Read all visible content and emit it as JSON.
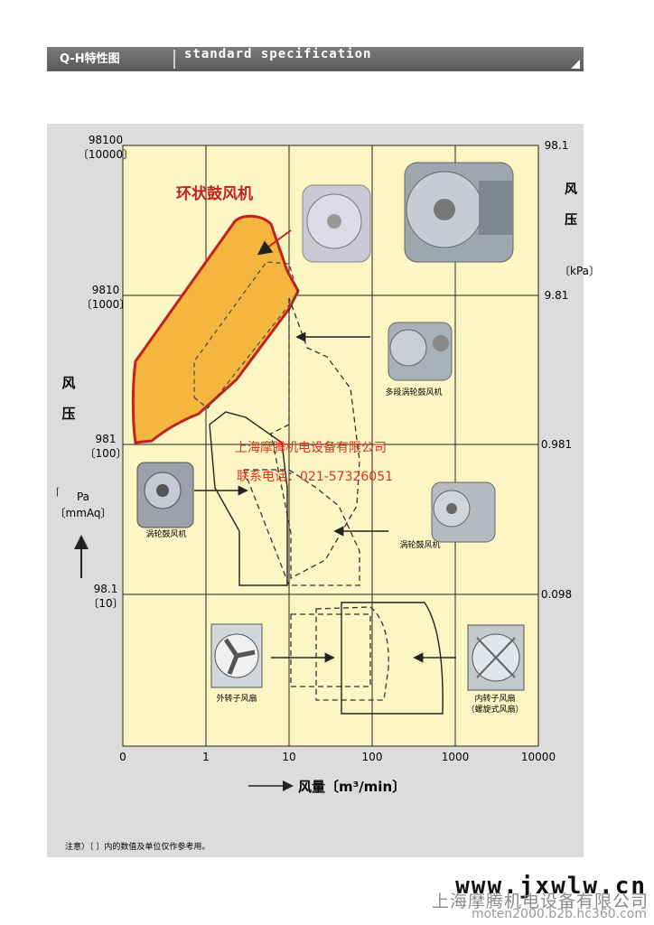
{
  "header": {
    "left_title": "Q-H特性图",
    "right_title": "standard specification"
  },
  "chart_data": {
    "type": "region-map",
    "xlabel": "风量〔m³/min〕",
    "x_ticks": [
      "0",
      "1",
      "10",
      "100",
      "1000",
      "10000"
    ],
    "left_axis": {
      "label_chars": [
        "风",
        "压"
      ],
      "unit_lines": [
        "Pa",
        "〔mmAq〕"
      ],
      "ticks": [
        {
          "pa": "98100",
          "mmaq": "〔10000〕",
          "level": 4
        },
        {
          "pa": "9810",
          "mmaq": "〔1000〕",
          "level": 3
        },
        {
          "pa": "981",
          "mmaq": "〔100〕",
          "level": 2
        },
        {
          "pa": "98.1",
          "mmaq": "〔10〕",
          "level": 1
        }
      ]
    },
    "right_axis": {
      "label_chars": [
        "风",
        "压"
      ],
      "unit": "〔kPa〕",
      "ticks": [
        {
          "label": "98.1",
          "level": 4
        },
        {
          "label": "9.81",
          "level": 3
        },
        {
          "label": "0.981",
          "level": 2
        },
        {
          "label": "0.098",
          "level": 1
        }
      ]
    },
    "regions": [
      {
        "name": "环状鼓风机",
        "color": "#f5b640",
        "outline": "#c0231f"
      },
      {
        "name": "多段涡轮鼓风机"
      },
      {
        "name": "涡轮鼓风机"
      },
      {
        "name": "外转子风扇"
      },
      {
        "name": "内转子风扇",
        "sub": "（螺旋式风扇）"
      }
    ],
    "overlay_text": [
      "上海摩腾机电设备有限公司",
      "联系电话：021-57326051"
    ],
    "plot_bg": "#fcf6c4",
    "grid": true
  },
  "note": "注意）〔  〕内的数值及单位仅作参考用。",
  "watermark": {
    "line1": "www.jxwlw.cn",
    "line2": "上海摩腾机电设备有限公司",
    "line3": "moten2000.b2b.hc360.com"
  }
}
